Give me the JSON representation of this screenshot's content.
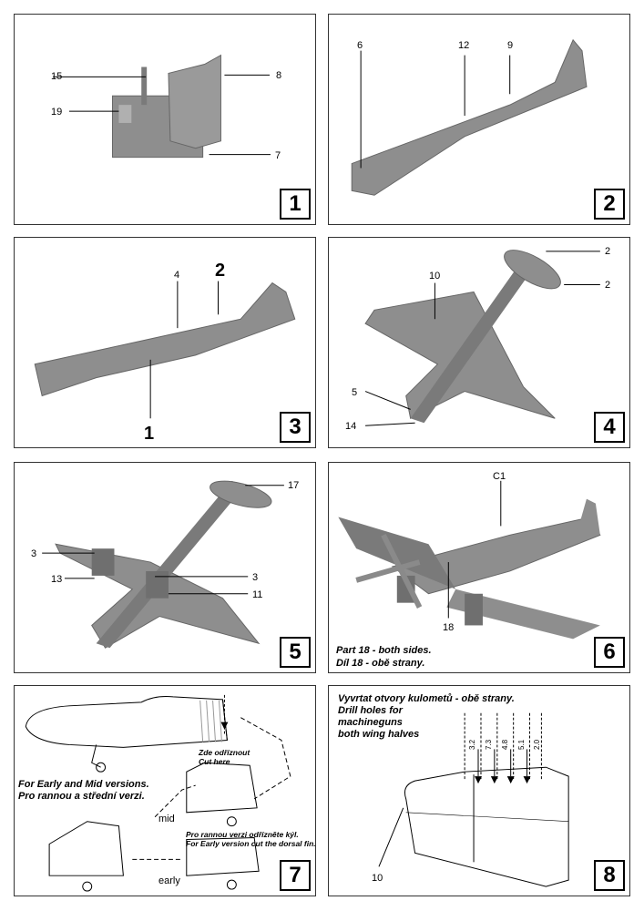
{
  "panels": [
    {
      "number": "1",
      "callouts": [
        "15",
        "8",
        "19",
        "7"
      ]
    },
    {
      "number": "2",
      "callouts": [
        "6",
        "12",
        "9"
      ]
    },
    {
      "number": "3",
      "callouts": [
        "4",
        "2",
        "1"
      ]
    },
    {
      "number": "4",
      "callouts": [
        "2",
        "10",
        "2",
        "5",
        "14"
      ]
    },
    {
      "number": "5",
      "callouts": [
        "17",
        "3",
        "13",
        "3",
        "11"
      ]
    },
    {
      "number": "6",
      "callouts": [
        "C1",
        "18"
      ],
      "note_lines": [
        "Part 18 - both sides.",
        "Díl 18 - obě strany."
      ]
    },
    {
      "number": "7",
      "cut_label_lines": [
        "Zde odříznout",
        "Cut here"
      ],
      "versions_lines": [
        "For Early and Mid versions.",
        "Pro rannou a střední verzi."
      ],
      "mid_label": "mid",
      "early_label": "early",
      "dorsal_lines": [
        "Pro rannou verzi odřízněte kýl.",
        "For Early version cut the dorsal fin."
      ]
    },
    {
      "number": "8",
      "drill_lines": [
        "Vyvrtat otvory kulometů - obě strany.",
        "Drill holes for",
        "machineguns",
        "both wing halves"
      ],
      "dimensions": [
        "3.2",
        "7.3",
        "4.8",
        "5.1",
        "2.0"
      ],
      "callout": "10"
    }
  ],
  "colors": {
    "plastic": "#8e8e8e",
    "plastic_dark": "#6b6b6b",
    "plastic_light": "#a8a8a8",
    "line": "#000000"
  }
}
